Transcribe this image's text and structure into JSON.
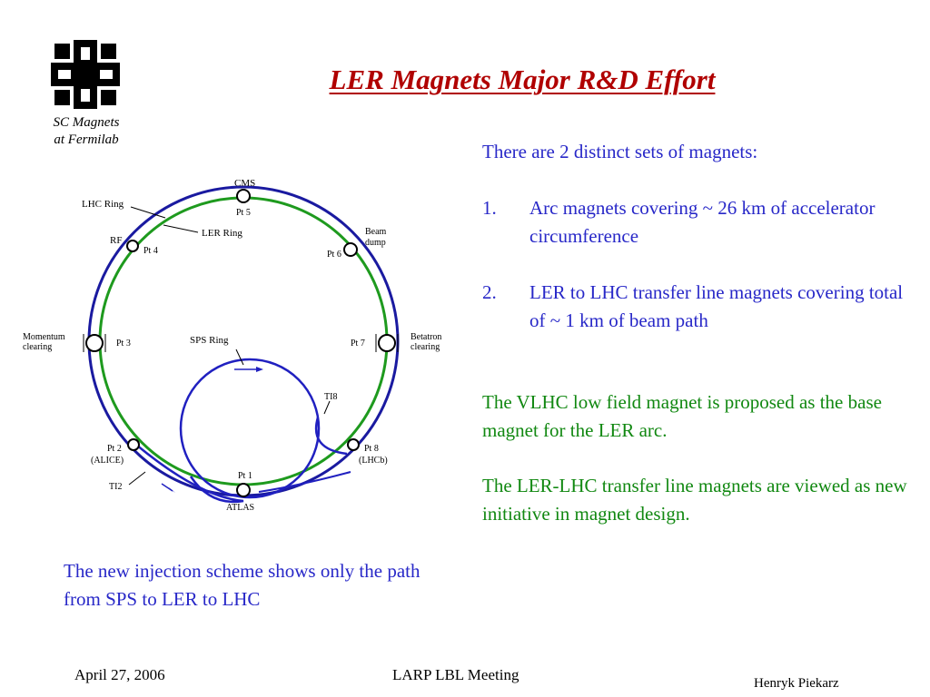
{
  "header": {
    "title": "LER Magnets Major R&D Effort",
    "logo_icon": "fermilab-logo-icon",
    "logo_caption_line1": "SC Magnets",
    "logo_caption_line2": "at Fermilab"
  },
  "diagram": {
    "labels": {
      "cms": "CMS",
      "pt5": "Pt 5",
      "lhc_ring": "LHC Ring",
      "ler_ring": "LER Ring",
      "rf": "RF",
      "pt4": "Pt 4",
      "beam_dump": [
        "Beam",
        "dump"
      ],
      "pt6": "Pt 6",
      "momentum_clearing": [
        "Momentum",
        "clearing"
      ],
      "pt3": "Pt 3",
      "sps_ring": "SPS Ring",
      "pt7": "Pt 7",
      "betatron_clearing": [
        "Betatron",
        "clearing"
      ],
      "ti8": "TI8",
      "pt2": "Pt 2",
      "alice": "(ALICE)",
      "pt8": "Pt 8",
      "lhcb": "(LHCb)",
      "pt1": "Pt 1",
      "ti2": "TI2",
      "atlas": "ATLAS"
    },
    "colors": {
      "lhc_ring": "#1a1aa0",
      "ler_ring": "#1e9a1e",
      "sps_ring": "#2020c0"
    }
  },
  "caption": "The new injection scheme shows only the path from SPS to LER to LHC",
  "right": {
    "intro": "There are 2 distinct sets of magnets:",
    "items": [
      {
        "num": "1.",
        "text": "Arc magnets covering ~ 26 km of accelerator circumference"
      },
      {
        "num": "2.",
        "text": "LER to LHC transfer line magnets covering total of ~ 1 km of beam path"
      }
    ],
    "vlhc": "The VLHC low field magnet is proposed as the base magnet for the LER arc.",
    "ler_lhc": "The LER-LHC transfer line magnets are viewed as new initiative in magnet design."
  },
  "footer": {
    "date": "April 27, 2006",
    "meeting": "LARP LBL Meeting",
    "author": "Henryk Piekarz"
  },
  "colors": {
    "title": "#b00000",
    "blue_text": "#2828c8",
    "green_text": "#118811"
  }
}
